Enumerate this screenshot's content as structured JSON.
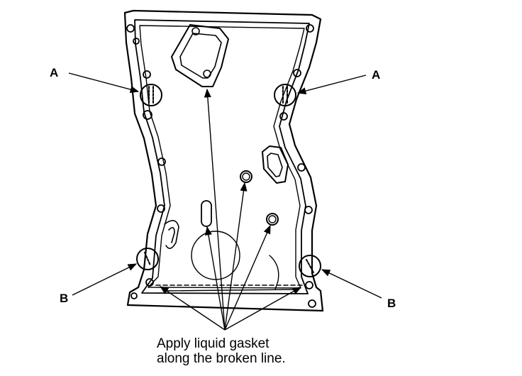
{
  "labels": {
    "a_left": "A",
    "a_right": "A",
    "b_left": "B",
    "b_right": "B"
  },
  "caption": {
    "line1": "Apply liquid gasket",
    "line2": "along the broken line."
  }
}
